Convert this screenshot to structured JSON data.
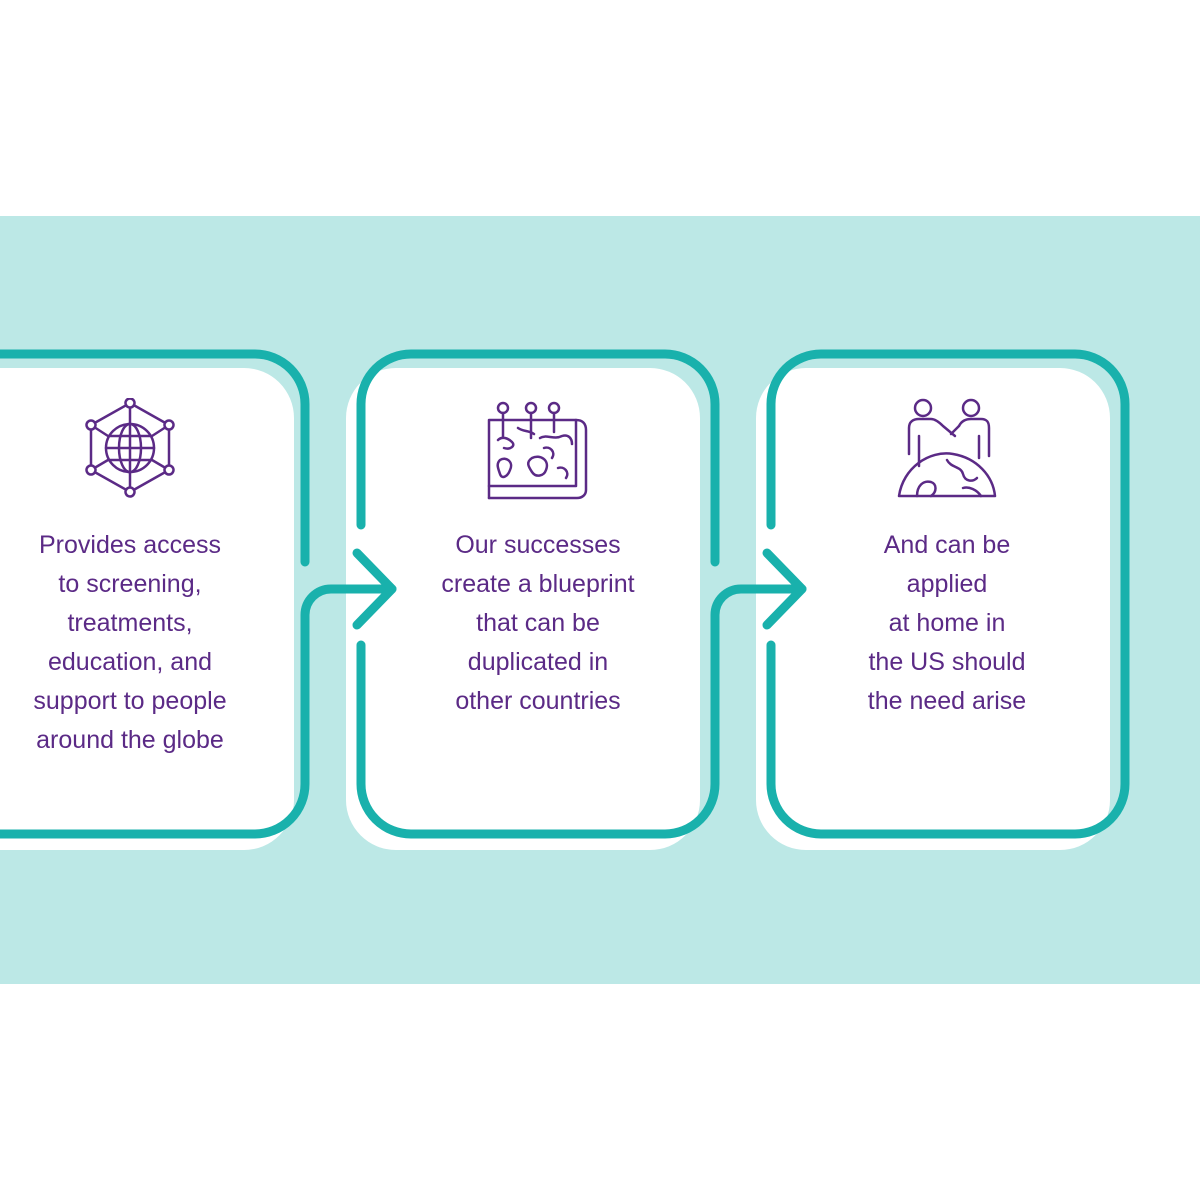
{
  "steps": [
    {
      "icon": "globe-network-icon",
      "text": "Provides access\nto screening,\ntreatments,\neducation, and\nsupport to people\naround the globe"
    },
    {
      "icon": "world-map-pins-icon",
      "text": "Our successes\ncreate a blueprint\nthat can be\nduplicated in\nother countries"
    },
    {
      "icon": "people-globe-icon",
      "text": "And can be\napplied\nat home in\nthe US should\nthe need arise"
    }
  ],
  "colors": {
    "band": "#bce8e6",
    "frame": "#19b1ac",
    "text": "#5b2a86",
    "card": "#ffffff"
  }
}
